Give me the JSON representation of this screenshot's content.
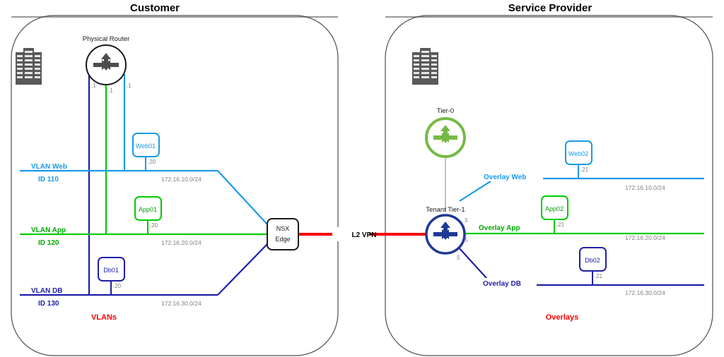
{
  "titles": {
    "left": "Customer",
    "right": "Service Provider"
  },
  "zones": {
    "left_label": "VLANs",
    "right_label": "Overlays"
  },
  "colors": {
    "web": "#1a9aea",
    "app": "#00cc00",
    "db": "#1f1fa8",
    "vpn": "#ff0000",
    "tier0": "#76b947",
    "tier1": "#1f3a93",
    "gray": "#808080",
    "panel": "#4d4d4d",
    "zone_text": "#ff0000"
  },
  "left": {
    "router": {
      "label": "Physical Router",
      "ip_web": ".1",
      "ip_app": ".1",
      "ip_db": ".1"
    },
    "edge": {
      "line1": "NSX",
      "line2": "Edge"
    },
    "datacenter_icon": "datacenter-icon",
    "networks": [
      {
        "name": "VLAN Web",
        "id": "ID 110",
        "subnet": "172.16.10.0/24",
        "vm": "Web01",
        "vm_ip": ".20"
      },
      {
        "name": "VLAN App",
        "id": "ID 120",
        "subnet": "172.16.20.0/24",
        "vm": "App01",
        "vm_ip": ".20"
      },
      {
        "name": "VLAN DB",
        "id": "ID 130",
        "subnet": "172.16.30.0/24",
        "vm": "Db01",
        "vm_ip": ".20"
      }
    ]
  },
  "link": {
    "label": "L2 VPN"
  },
  "right": {
    "tier0": {
      "label": "Tier-0"
    },
    "tier1": {
      "label": "Tenant Tier-1",
      "ip_web": ".5",
      "ip_app": ".5",
      "ip_db": ".5"
    },
    "datacenter_icon": "datacenter-icon",
    "networks": [
      {
        "name": "Overlay Web",
        "subnet": "172.16.10.0/24",
        "vm": "Web02",
        "vm_ip": ".21"
      },
      {
        "name": "Overlay App",
        "subnet": "172.16.20.0/24",
        "vm": "App02",
        "vm_ip": ".21"
      },
      {
        "name": "Overlay DB",
        "subnet": "172.16.30.0/24",
        "vm": "Db02",
        "vm_ip": ".21"
      }
    ]
  }
}
